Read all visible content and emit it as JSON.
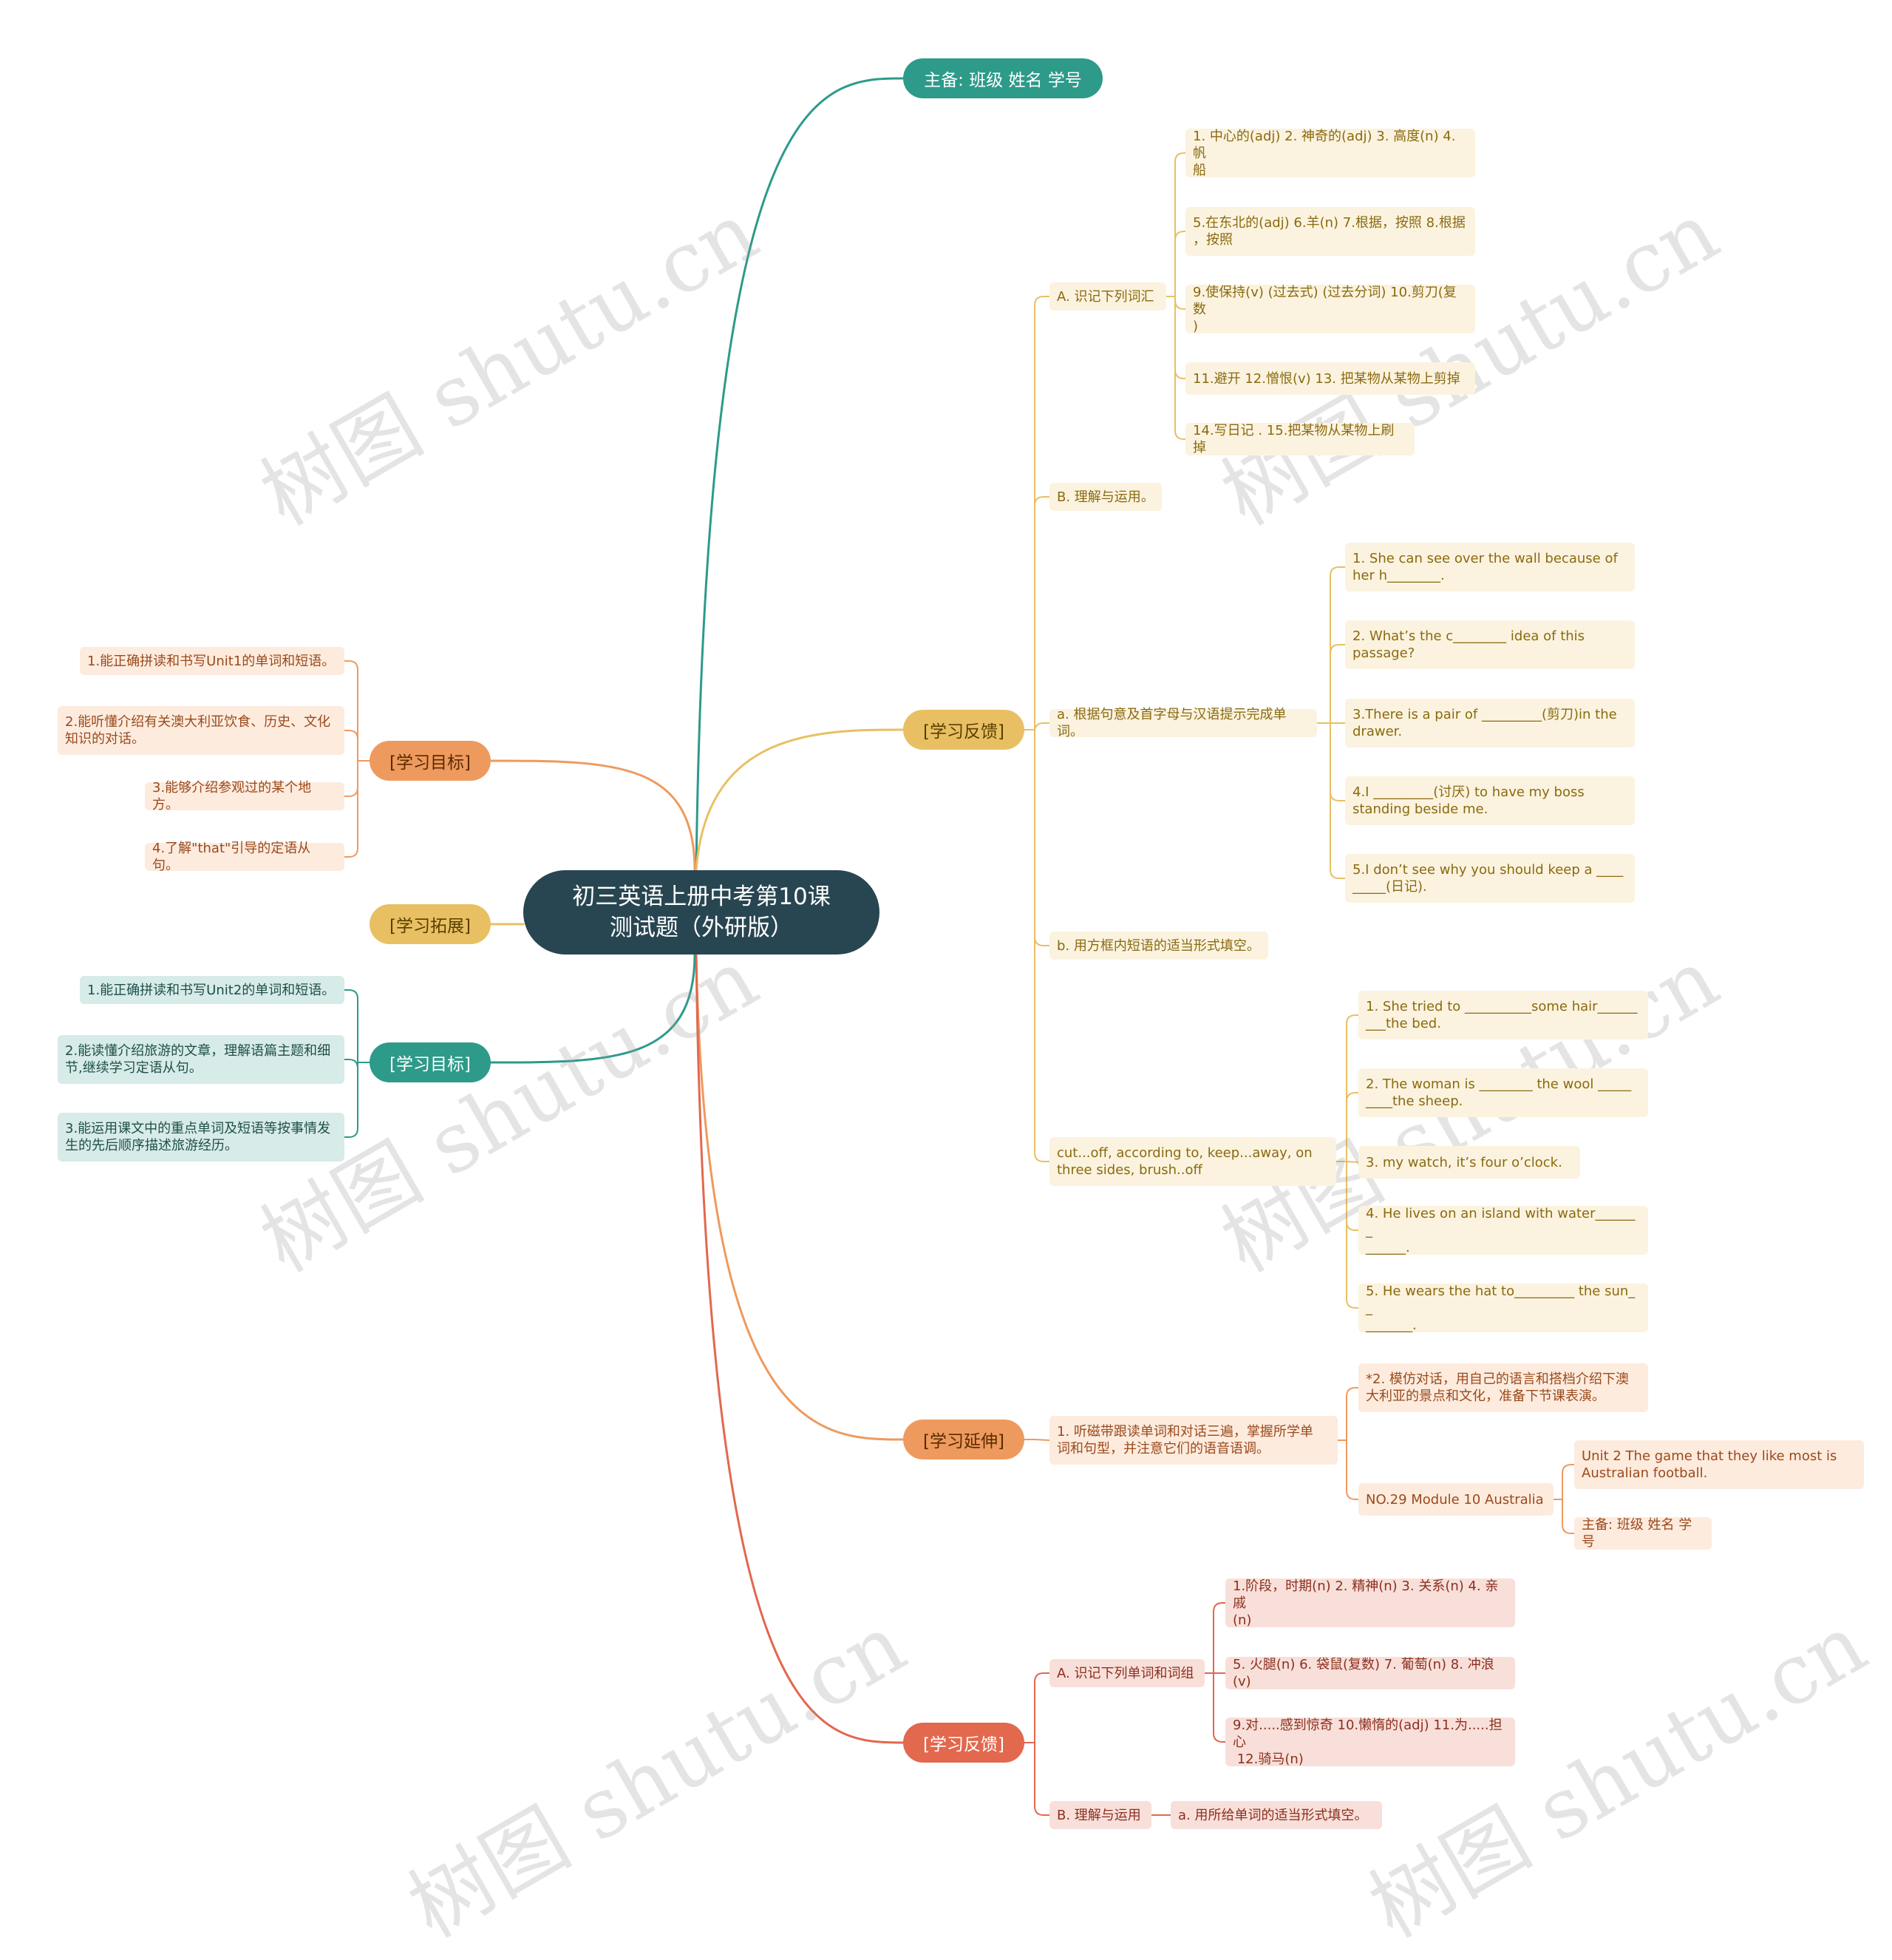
{
  "colors": {
    "teal": "#2d9a8a",
    "teal_light": "#d7ebe9",
    "yellow": "#e8c063",
    "yellow_light": "#fbf3df",
    "orange": "#ee9a5e",
    "orange_light": "#fdebde",
    "red": "#e2684e",
    "red_light": "#f9dfd9",
    "text_yellow": "#8a6a10",
    "text_orange": "#9a4a1c",
    "text_teal": "#1f4f48",
    "text_red": "#8a3020"
  },
  "watermark": "树图 shutu.cn",
  "root": "初三英语上册中考第10课\n测试题（外研版）",
  "top": {
    "label": "主备: 班级 姓名 学号"
  },
  "feedback1": {
    "label": "[学习反馈]",
    "A": {
      "label": "A. 识记下列词汇",
      "items": [
        "1. 中心的(adj) 2. 神奇的(adj) 3. 高度(n) 4. 帆\n船",
        "5.在东北的(adj) 6.羊(n) 7.根据，按照 8.根据\n，按照",
        "9.使保持(v) (过去式) (过去分词) 10.剪刀(复数\n)",
        "11.避开 12.憎恨(v) 13. 把某物从某物上剪掉",
        "14.写日记 . 15.把某物从某物上刷掉"
      ]
    },
    "B": {
      "label": "B. 理解与运用。"
    },
    "a": {
      "label": "a. 根据句意及首字母与汉语提示完成单词。",
      "items": [
        "1. She can see over the wall because of\nher h________.",
        "2. What’s the c________ idea of this\npassage?",
        "3.There is a pair of _________(剪刀)in the\ndrawer.",
        "4.I _________(讨厌) to have my boss\nstanding beside me.",
        "5.I don’t see why you should keep a ____\n_____(日记)."
      ]
    },
    "b": {
      "label": "b. 用方框内短语的适当形式填空。"
    },
    "c": {
      "label": "cut...off, according to, keep...away, on\nthree sides, brush..off",
      "items": [
        "1. She tried to __________some hair______\n___the bed.",
        "2. The woman is ________ the wool _____\n____the sheep.",
        "3. my watch, it’s four o’clock.",
        "4. He lives on an island with water_______\n______.",
        "5. He wears the hat to_________ the sun__\n_______."
      ]
    }
  },
  "extension": {
    "label": "[学习延伸]",
    "child": "1. 听磁带跟读单词和对话三遍，掌握所学单\n词和句型，并注意它们的语音语调。",
    "items": [
      "*2. 模仿对话，用自己的语言和搭档介绍下澳\n大利亚的景点和文化，准备下节课表演。",
      "NO.29 Module 10 Australia"
    ],
    "sub": [
      "Unit 2 The game that they like most is\nAustralian football.",
      "主备: 班级 姓名 学号"
    ]
  },
  "feedback2": {
    "label": "[学习反馈]",
    "A": {
      "label": "A. 识记下列单词和词组",
      "items": [
        "1.阶段，时期(n) 2. 精神(n) 3. 关系(n) 4. 亲戚\n(n)",
        "5. 火腿(n) 6. 袋鼠(复数) 7. 葡萄(n) 8. 冲浪(v)",
        "9.对.....感到惊奇 10.懒惰的(adj) 11.为.....担心\n 12.骑马(n)"
      ]
    },
    "B": {
      "label": "B. 理解与运用",
      "child": "a. 用所给单词的适当形式填空。"
    }
  },
  "goals1": {
    "label": "[学习目标]",
    "items": [
      "1.能正确拼读和书写Unit1的单词和短语。",
      "2.能听懂介绍有关澳大利亚饮食、历史、文化\n知识的对话。",
      "3.能够介绍参观过的某个地方。",
      "4.了解\"that\"引导的定语从句。"
    ]
  },
  "expand": {
    "label": "[学习拓展]"
  },
  "goals2": {
    "label": "[学习目标]",
    "items": [
      "1.能正确拼读和书写Unit2的单词和短语。",
      "2.能读懂介绍旅游的文章，理解语篇主题和细\n节,继续学习定语从句。",
      "3.能运用课文中的重点单词及短语等按事情发\n生的先后顺序描述旅游经历。"
    ]
  }
}
